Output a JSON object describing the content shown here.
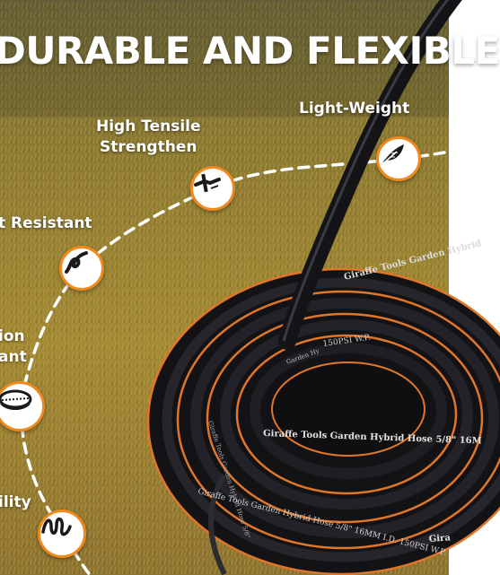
{
  "headline": "DURABLE AND FLEXIBLE",
  "features": [
    {
      "id": "tensile",
      "label": "High Tensile\nStrengthen",
      "icon": "tensile-test-icon"
    },
    {
      "id": "weight",
      "label": "Light-Weight",
      "icon": "feather-icon"
    },
    {
      "id": "kink",
      "label": "t Resistant",
      "icon": "kinked-hose-icon"
    },
    {
      "id": "abrasion",
      "label": "ion\nant",
      "icon": "abrasion-disc-icon"
    },
    {
      "id": "flex",
      "label": "ility",
      "icon": "coiled-hose-icon"
    }
  ],
  "hose_print": {
    "upper": "Giraffe Tools Garden Hybrid",
    "pressure": "150PSI W.P.",
    "middle": "Giraffe Tools Garden Hybrid Hose 5/8\" 16M",
    "lower": "Giraffe Tools Garden Hybrid Hose 5/8\"  16MM I.D.  150PSI W.P.",
    "lower_right": "Gira",
    "small_left": "Giraffe Tools Garden Hybrid Hose 5/8\"",
    "small_inner": "Garden Hy"
  },
  "colors": {
    "accent": "#f08a1e",
    "hose": "#16161a",
    "stripe": "#e0762a",
    "grass": "#9a7f2c"
  }
}
